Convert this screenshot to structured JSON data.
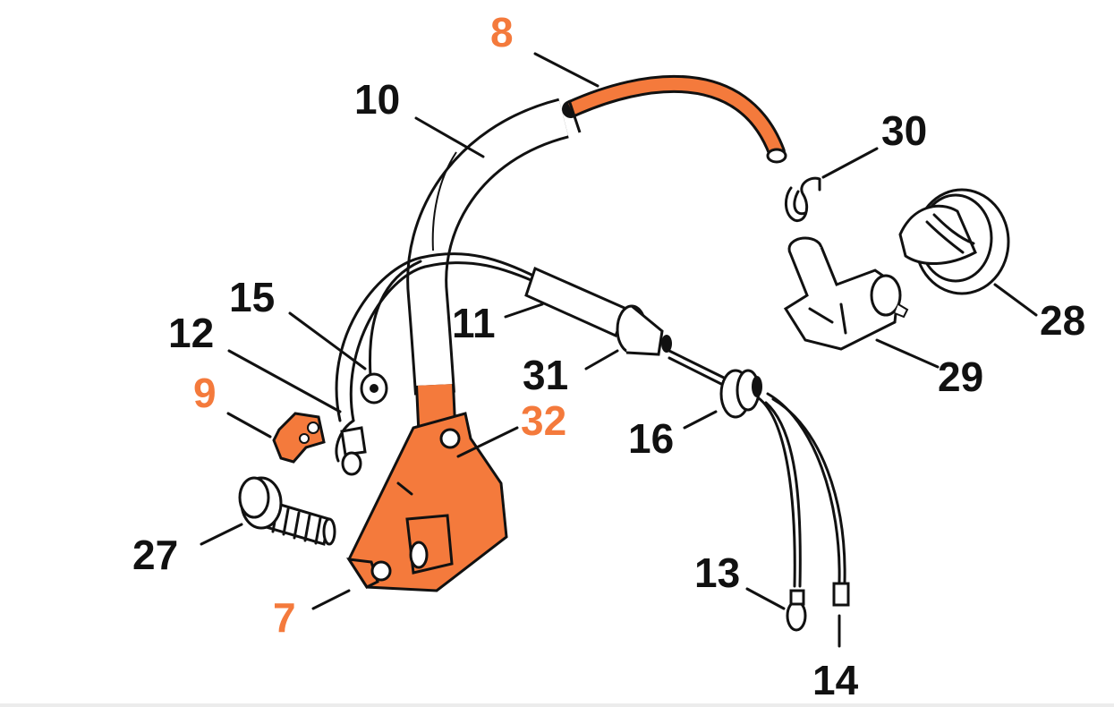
{
  "colors": {
    "accent": "#f47a3c",
    "ink": "#111111",
    "background": "#ffffff",
    "part_light": "#ffffff"
  },
  "labels": {
    "p7": "7",
    "p8": "8",
    "p9": "9",
    "p10": "10",
    "p11": "11",
    "p12": "12",
    "p13": "13",
    "p14": "14",
    "p15": "15",
    "p16": "16",
    "p27": "27",
    "p28": "28",
    "p29": "29",
    "p30": "30",
    "p31": "31",
    "p32": "32"
  },
  "highlighted_parts": [
    "7",
    "8",
    "9",
    "32"
  ]
}
